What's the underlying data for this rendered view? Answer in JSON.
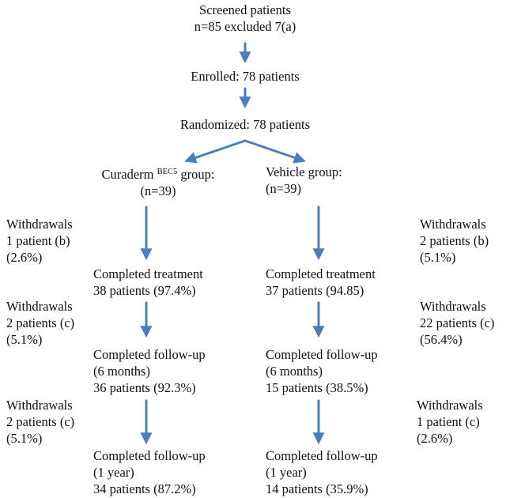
{
  "screened": {
    "line1": "Screened patients",
    "line2": "n=85 excluded 7(a)"
  },
  "enrolled": "Enrolled: 78 patients",
  "randomized": "Randomized: 78 patients",
  "curaderm": {
    "group_name": "Curaderm",
    "group_superscript": "BEC5",
    "group_suffix": " group:",
    "n": "(n=39)",
    "withdrawal_1": {
      "line1": "Withdrawals",
      "line2": "1 patient (b)",
      "line3": "(2.6%)"
    },
    "completed_treatment": {
      "line1": "Completed treatment",
      "line2": "38 patients (97.4%)"
    },
    "withdrawal_2": {
      "line1": "Withdrawals",
      "line2": "2 patients (c)",
      "line3": "(5.1%)"
    },
    "followup_6m": {
      "line1": "Completed follow-up",
      "line2": "(6 months)",
      "line3": "36 patients (92.3%)"
    },
    "withdrawal_3": {
      "line1": "Withdrawals",
      "line2": "2 patients (c)",
      "line3": "(5.1%)"
    },
    "followup_1y": {
      "line1": "Completed follow-up",
      "line2": "(1 year)",
      "line3": "34 patients (87.2%)"
    }
  },
  "vehicle": {
    "group_label": "Vehicle group:",
    "n": "(n=39)",
    "withdrawal_1": {
      "line1": "Withdrawals",
      "line2": "2 patients (b)",
      "line3": "(5.1%)"
    },
    "completed_treatment": {
      "line1": "Completed treatment",
      "line2": "37 patients (94.85)"
    },
    "withdrawal_2": {
      "line1": "Withdrawals",
      "line2": "22 patients (c)",
      "line3": "(56.4%)"
    },
    "followup_6m": {
      "line1": "Completed follow-up",
      "line2": "(6 months)",
      "line3": "15 patients (38.5%)"
    },
    "withdrawal_3": {
      "line1": "Withdrawals",
      "line2": "1 patient (c)",
      "line3": "(2.6%)"
    },
    "followup_1y": {
      "line1": "Completed follow-up",
      "line2": "(1 year)",
      "line3": "14 patients (35.9%)"
    }
  },
  "colors": {
    "arrow": "#4a7ebb",
    "text": "#111111"
  }
}
